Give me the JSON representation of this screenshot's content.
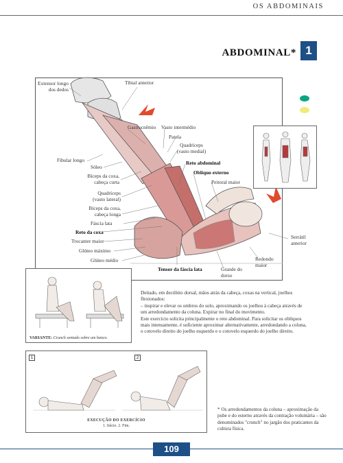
{
  "header": {
    "title": "OS ABDOMINAIS"
  },
  "section": {
    "title": "ABDOMINAL*",
    "number": "1"
  },
  "colors": {
    "accent": "#1e4f86",
    "teal_dot": "#0aa683",
    "yellow_dot": "#f2ea7a",
    "arrow": "#e24a2e",
    "muscle": "#b43a3c"
  },
  "labels": {
    "extensor_longo_1": "Extensor longo",
    "extensor_longo_2": "dos dedos",
    "tibial_anterior": "Tibial anterior",
    "gastrocnemio": "Gastrocnêmio",
    "vasto_intermedio": "Vasto intermédio",
    "patela": "Patela",
    "quadriceps_medial_1": "Quadríceps",
    "quadriceps_medial_2": "(vasto medial)",
    "reto_abdominal": "Reto abdominal",
    "obliquo_externo": "Oblíquo externo",
    "peitoral_maior": "Peitoral maior",
    "fibular_longo": "Fibular longo",
    "soleo": "Sóleo",
    "biceps_curta_1": "Bíceps da coxa,",
    "biceps_curta_2": "cabeça curta",
    "quadriceps_lateral_1": "Quadríceps",
    "quadriceps_lateral_2": "(vasto lateral)",
    "biceps_longa_1": "Bíceps da coxa,",
    "biceps_longa_2": "cabeça longa",
    "fascia_lata": "Fáscia lata",
    "reto_coxa": "Reto da coxa",
    "trocanter_maior": "Trocanter maior",
    "gluteo_maximo": "Glúteo máximo",
    "gluteo_medio": "Glúteo médio",
    "tensor_fascia_lata": "Tensor da fáscia lata",
    "grande_dorso_1": "Grande do",
    "grande_dorso_2": "dorso",
    "redondo_maior_1": "Redondo",
    "redondo_maior_2": "maior",
    "serratil_1": "Serrátil",
    "serratil_2": "anterior"
  },
  "variant": {
    "label": "VARIANTE:",
    "text": "Crunch sentado sobre um banco."
  },
  "description": {
    "p1": "Deitado, em decúbito dorsal, mãos atrás da cabeça, coxas na vertical, joelhos flexionados:",
    "p2": "– inspirar e elevar os ombros do solo, aproximando os joelhos à cabeça através de um arredondamento da coluna. Expirar no final do movimento.",
    "p3": "Este exercício solicita principalmente o reto abdominal. Para solicitar os oblíquos mais intensamente, é suficiente aproximar alternativamente, arredondando a coluna, o cotovelo direito do joelho esquerdo e o cotovelo esquerdo do joelho direito."
  },
  "execution": {
    "title": "EXECUÇÃO DO EXERCÍCIO",
    "steps": "1. Início. 2. Fim.",
    "step1": "1",
    "step2": "2"
  },
  "footnote": "* Os arredondamentos da coluna – aproximação da pube e do esterno através da contração voluntária – são denominados \"crunch\" no jargão dos praticantes da cultura física.",
  "page_number": "109"
}
